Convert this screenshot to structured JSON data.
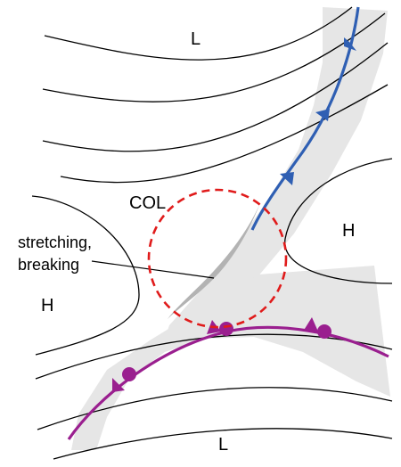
{
  "labels": {
    "low_top": "L",
    "low_bottom": "L",
    "high_left": "H",
    "high_right": "H",
    "col": "COL",
    "annotation_line1": "stretching,",
    "annotation_line2": "breaking"
  },
  "colors": {
    "isobar": "#000000",
    "shading": "#e6e6e6",
    "filament": "#b3b3b3",
    "cold_front": "#2f5fb3",
    "warm_front": "#9a1f8f",
    "col_circle": "#e01b1b",
    "col_text": "#e01b1b"
  }
}
